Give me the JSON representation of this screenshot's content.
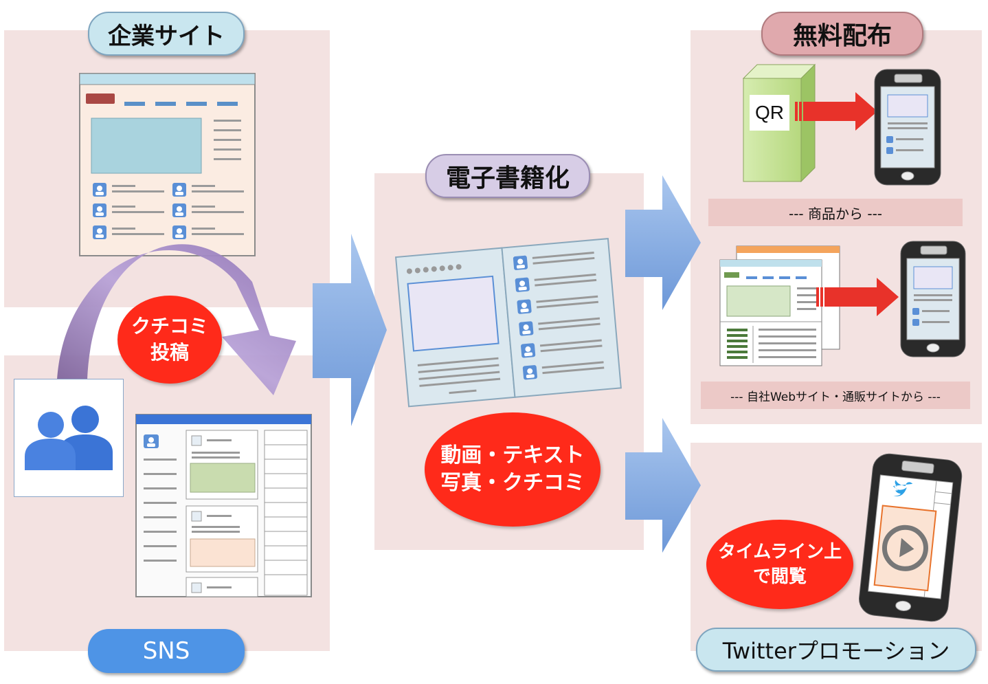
{
  "left": {
    "company_label": "企業サイト",
    "sns_label": "SNS",
    "bubble_line1": "クチコミ",
    "bubble_line2": "投稿"
  },
  "center": {
    "label": "電子書籍化",
    "bubble_line1": "動画・テキスト",
    "bubble_line2": "写真・クチコミ"
  },
  "right": {
    "free_label": "無料配布",
    "qr_text": "QR",
    "caption1": "--- 商品から ---",
    "caption2": "--- 自社Webサイト・通販サイトから ---",
    "bubble_line1": "タイムライン上",
    "bubble_line2": "で閲覧",
    "twitter_label": "Twitterプロモーション"
  },
  "colors": {
    "panel": "#f3e2e1",
    "bubble": "#ff2a1a",
    "arrow_blue": "#7fa8df",
    "arrow_red": "#e8322a",
    "pill_blue_light": "#c9e6ef",
    "pill_blue": "#4e94e6",
    "pill_purple": "#d7cde6",
    "pill_pink": "#e0a9ad"
  },
  "icons": [
    "users-icon",
    "qr-box-icon",
    "smartphone-icon",
    "twitter-bird-icon",
    "play-icon",
    "profile-icon"
  ]
}
